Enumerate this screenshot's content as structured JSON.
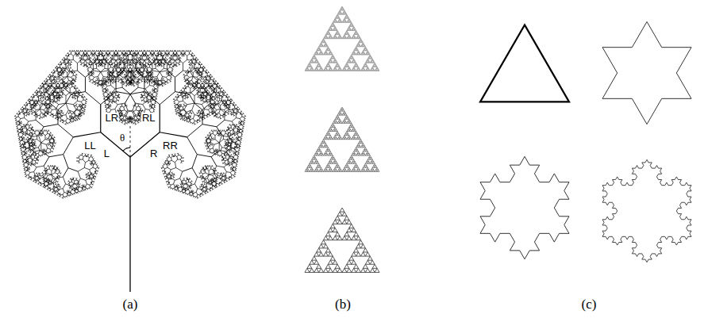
{
  "diagram": {
    "labels": [
      "LR",
      "RL",
      "LL",
      "L",
      "θ",
      "R",
      "RR",
      "(a)",
      "(b)",
      "(c)"
    ]
  }
}
